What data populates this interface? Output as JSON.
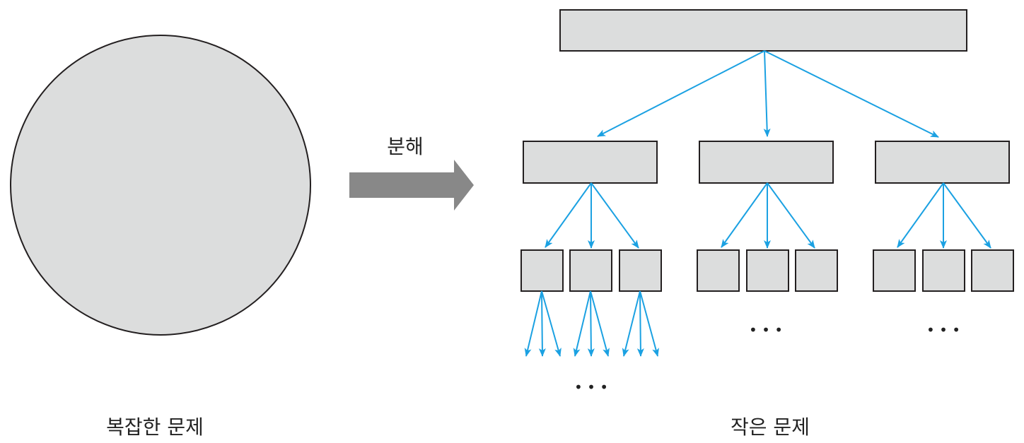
{
  "labels": {
    "complex_problem": "복잡한 문제",
    "decompose": "분해",
    "small_problems": "작은 문제",
    "ellipsis": "• • •"
  },
  "colors": {
    "shape_fill": "#dcdddd",
    "shape_stroke": "#231f20",
    "edge": "#1ba1e2",
    "big_arrow": "#888888"
  }
}
